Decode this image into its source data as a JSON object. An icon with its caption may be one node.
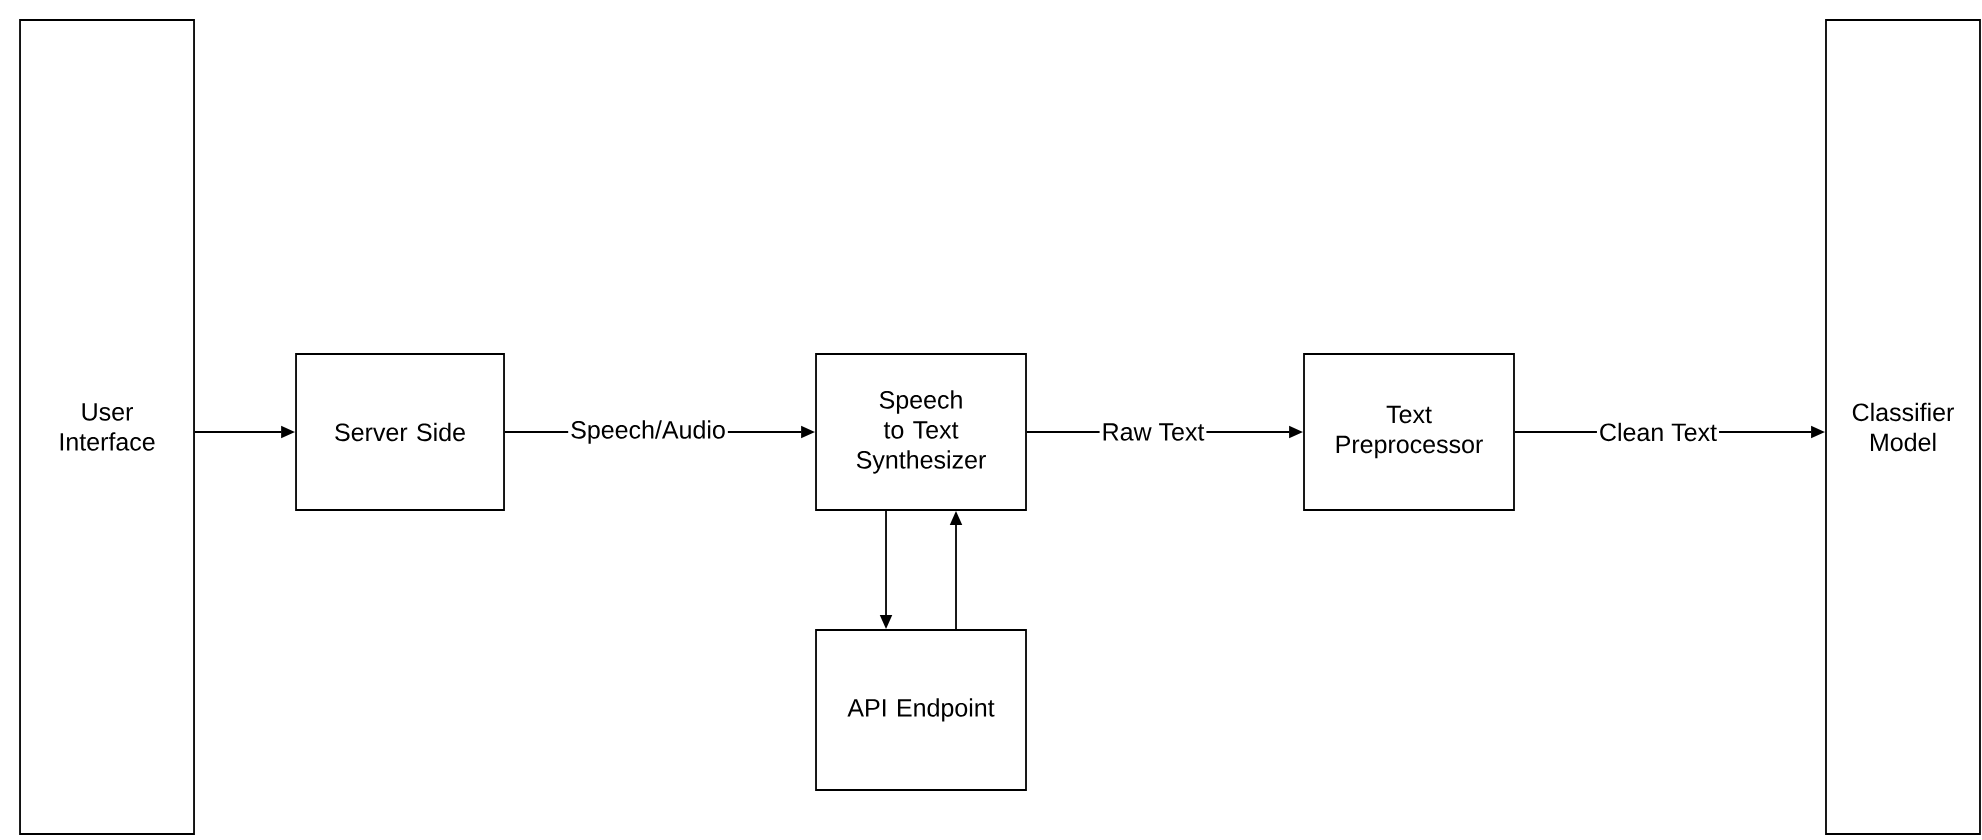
{
  "diagram": {
    "nodes": [
      {
        "text": [
          "User Interface"
        ]
      },
      {
        "text": [
          "Server Side"
        ]
      },
      {
        "text": [
          "Speech to Text Synthesizer"
        ]
      },
      {
        "text": [
          "Text Preprocessor"
        ]
      },
      {
        "text": [
          "Classifier Model"
        ]
      },
      {
        "text": [
          "API Endpoint"
        ]
      }
    ],
    "edges": [
      {
        "from": 0,
        "to": 1,
        "arrow": "to"
      },
      {
        "from": 1,
        "to": 2,
        "arrow": "to",
        "label": "Speech/Audio"
      },
      {
        "from": 2,
        "to": 3,
        "arrow": "to",
        "label": "Raw Text"
      },
      {
        "from": 3,
        "to": 4,
        "arrow": "to",
        "label": "Clean Text"
      },
      {
        "from": 2,
        "to": 5,
        "arrow": "to"
      },
      {
        "from": 5,
        "to": 2,
        "arrow": "to"
      }
    ]
  }
}
